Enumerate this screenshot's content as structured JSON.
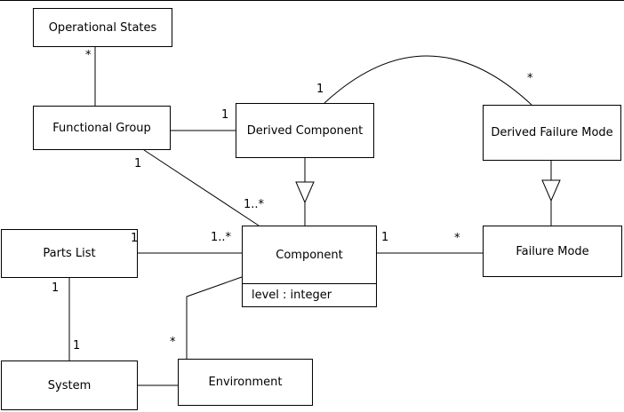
{
  "diagram": {
    "colors": {
      "background": "#ffffff",
      "box_fill": "#ffffff",
      "box_border": "#000000",
      "line": "#000000",
      "text": "#000000"
    },
    "nodes": {
      "operational_states": {
        "label": "Operational States"
      },
      "functional_group": {
        "label": "Functional Group"
      },
      "derived_component": {
        "label": "Derived Component"
      },
      "derived_failure_mode": {
        "label": "Derived Failure Mode"
      },
      "parts_list": {
        "label": "Parts List"
      },
      "component": {
        "label": "Component",
        "attribute": "level : integer"
      },
      "failure_mode": {
        "label": "Failure Mode"
      },
      "system": {
        "label": "System"
      },
      "environment": {
        "label": "Environment"
      }
    },
    "edges": [
      {
        "type": "association",
        "from": "Operational States",
        "to": "Functional Group",
        "from_multiplicity": "*"
      },
      {
        "type": "association",
        "from": "Functional Group",
        "to": "Derived Component",
        "to_multiplicity": "1"
      },
      {
        "type": "generalization",
        "from": "Derived Component",
        "to": "Component"
      },
      {
        "type": "generalization",
        "from": "Derived Failure Mode",
        "to": "Failure Mode"
      },
      {
        "type": "association",
        "from": "Functional Group",
        "to": "Component",
        "from_multiplicity": "1",
        "to_multiplicity": "1..*"
      },
      {
        "type": "association",
        "from": "Derived Component",
        "to": "Derived Failure Mode",
        "from_multiplicity": "1",
        "to_multiplicity": "*",
        "style": "arc"
      },
      {
        "type": "association",
        "from": "Parts List",
        "to": "Component",
        "from_multiplicity": "1",
        "to_multiplicity": "1..*"
      },
      {
        "type": "association",
        "from": "Component",
        "to": "Failure Mode",
        "from_multiplicity": "1",
        "to_multiplicity": "*"
      },
      {
        "type": "association",
        "from": "Parts List",
        "to": "System",
        "from_multiplicity": "1",
        "to_multiplicity": "1"
      },
      {
        "type": "association",
        "from": "Component",
        "to": "Environment",
        "to_multiplicity": "*"
      },
      {
        "type": "association",
        "from": "System",
        "to": "Environment"
      }
    ]
  }
}
